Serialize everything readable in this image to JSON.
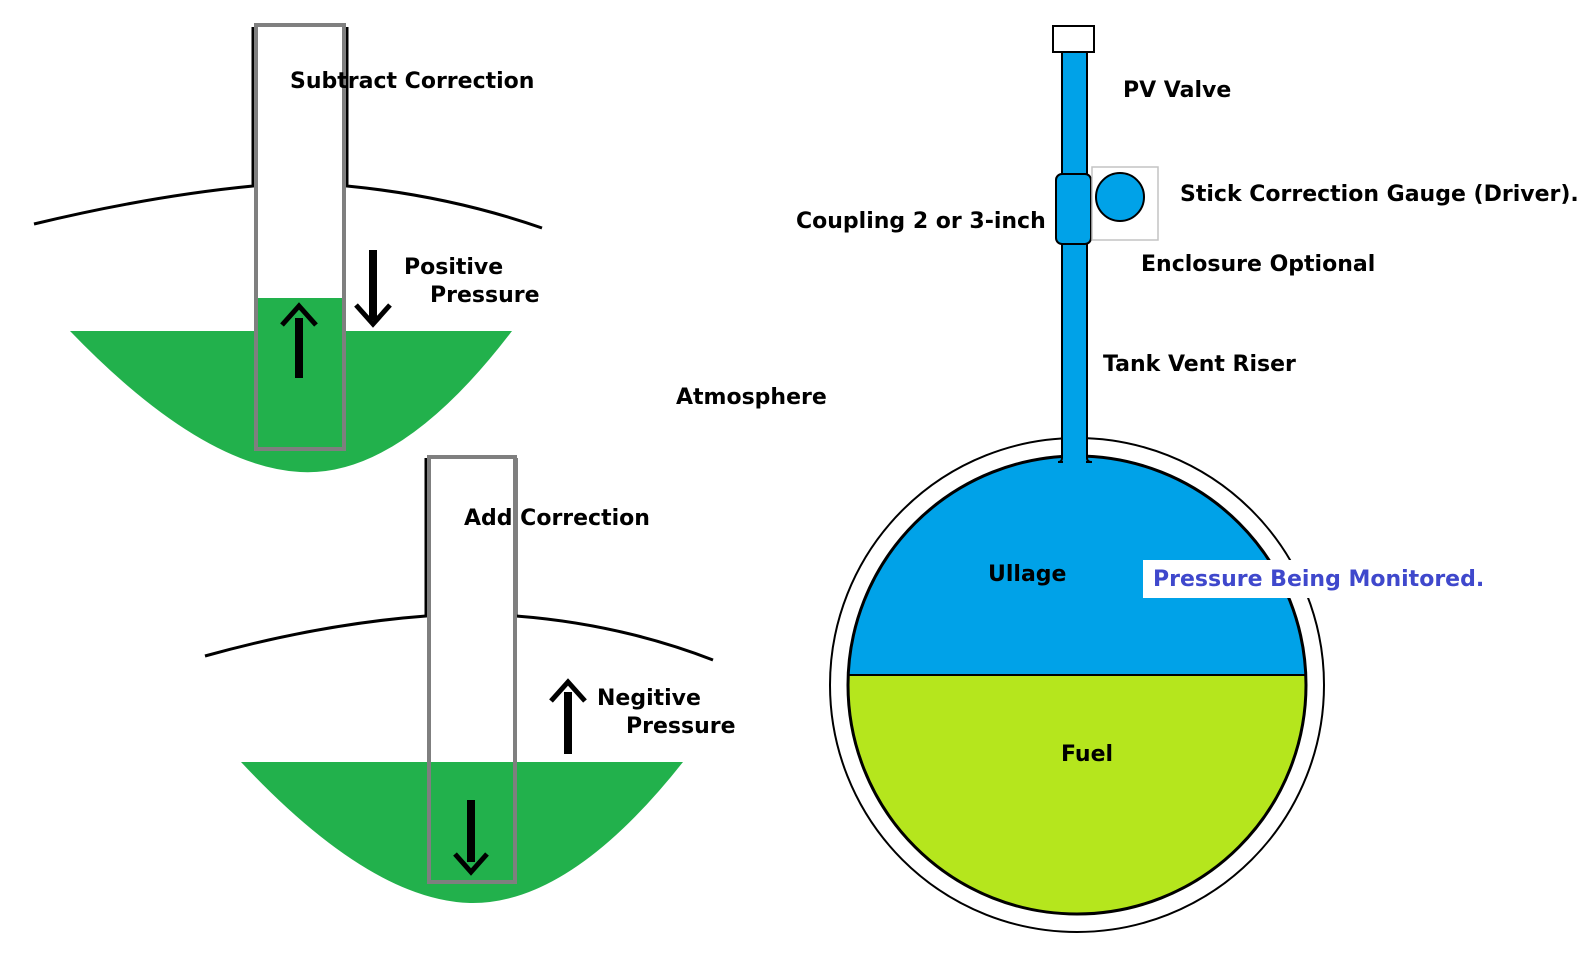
{
  "labels": {
    "subtract_correction": "Subtract Correction",
    "positive_pressure_line1": "Positive",
    "positive_pressure_line2": "Pressure",
    "add_correction": "Add Correction",
    "negative_pressure_line1": "Negitive",
    "negative_pressure_line2": "Pressure",
    "atmosphere": "Atmosphere",
    "pv_valve": "PV Valve",
    "stick_correction_gauge": "Stick Correction Gauge (Driver).",
    "coupling": "Coupling 2 or 3-inch",
    "enclosure_optional": "Enclosure Optional",
    "tank_vent_riser": "Tank Vent Riser",
    "ullage": "Ullage",
    "pressure_being_monitored": "Pressure Being Monitored.",
    "fuel": "Fuel"
  },
  "colors": {
    "liquid_green": "#22b14c",
    "ullage_blue": "#00a2e8",
    "fuel_lime": "#b5e61d",
    "tube_gray": "#7f7f7f",
    "monitored_text_blue": "#3f48cc",
    "outline_black": "#000000"
  }
}
